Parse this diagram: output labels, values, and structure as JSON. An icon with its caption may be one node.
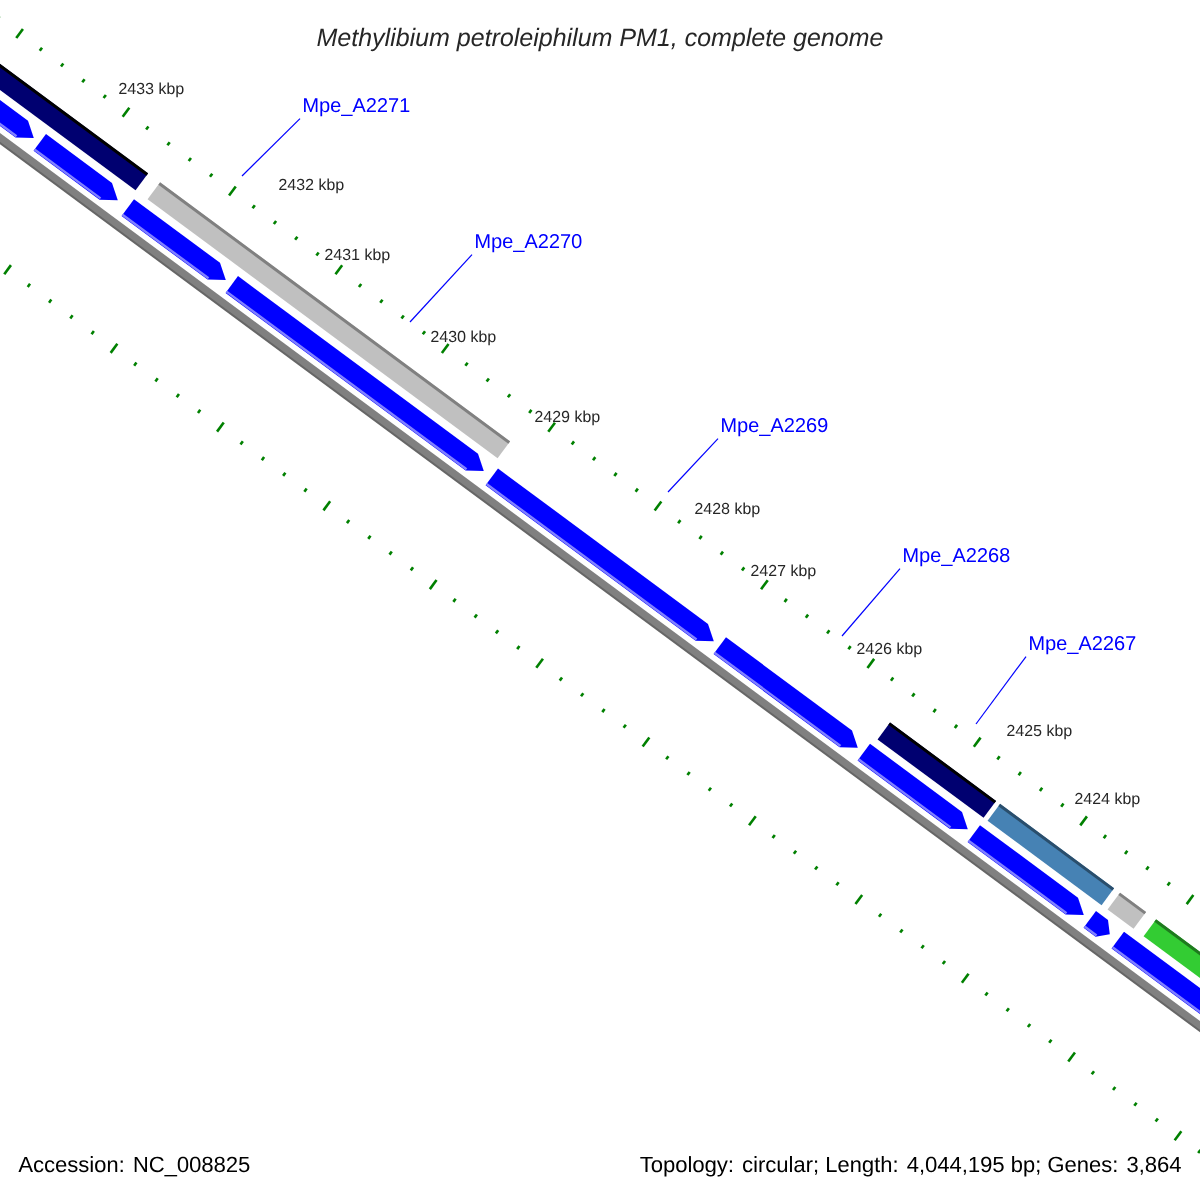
{
  "diagram": {
    "title": "Methylibium petroleiphilum PM1, complete genome",
    "nodes": [
      {
        "text": [
          "Mpe_A2271"
        ]
      },
      {
        "text": [
          "Mpe_A2270"
        ]
      },
      {
        "text": [
          "Mpe_A2269"
        ]
      },
      {
        "text": [
          "Mpe_A2268"
        ]
      },
      {
        "text": [
          "Mpe_A2267"
        ]
      }
    ],
    "edges": [
      {
        "from": 0,
        "to": null,
        "arrow": "none"
      },
      {
        "from": 1,
        "to": null,
        "arrow": "none"
      },
      {
        "from": 2,
        "to": null,
        "arrow": "none"
      },
      {
        "from": 3,
        "to": null,
        "arrow": "none"
      },
      {
        "from": 4,
        "to": null,
        "arrow": "none"
      }
    ],
    "labels": [
      "2433 kbp",
      "2432 kbp",
      "2431 kbp",
      "2430 kbp",
      "2429 kbp",
      "2428 kbp",
      "2427 kbp",
      "2426 kbp",
      "2425 kbp",
      "2424 kbp",
      "Accession: NC_008825",
      "Topology: circular; Length: 4,044,195 bp; Genes: 3,864"
    ]
  }
}
